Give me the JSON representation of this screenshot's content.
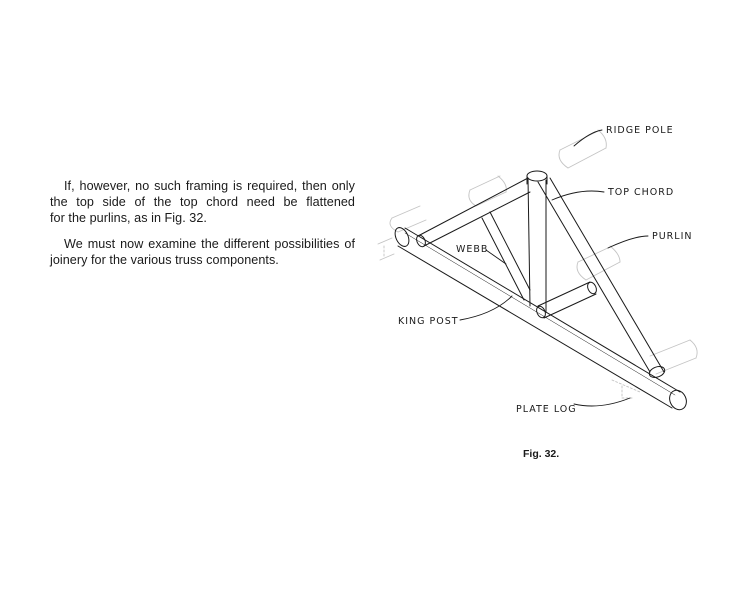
{
  "body": {
    "para1": {
      "line1": "If, however, no such framing is required, then only",
      "line2": "the top side of the top chord need be flattened",
      "line3": "for the purlins, as in Fig. 32."
    },
    "para2": {
      "line1": "We must now examine the different possibilities of",
      "line2": "joinery for the various truss components."
    }
  },
  "figure": {
    "labels": {
      "ridge_pole": "RIDGE POLE",
      "top_chord": "TOP CHORD",
      "purlin": "PURLIN",
      "webb": "WEBB",
      "king_post": "KING POST",
      "plate_log": "PLATE LOG"
    },
    "caption": "Fig. 32."
  }
}
